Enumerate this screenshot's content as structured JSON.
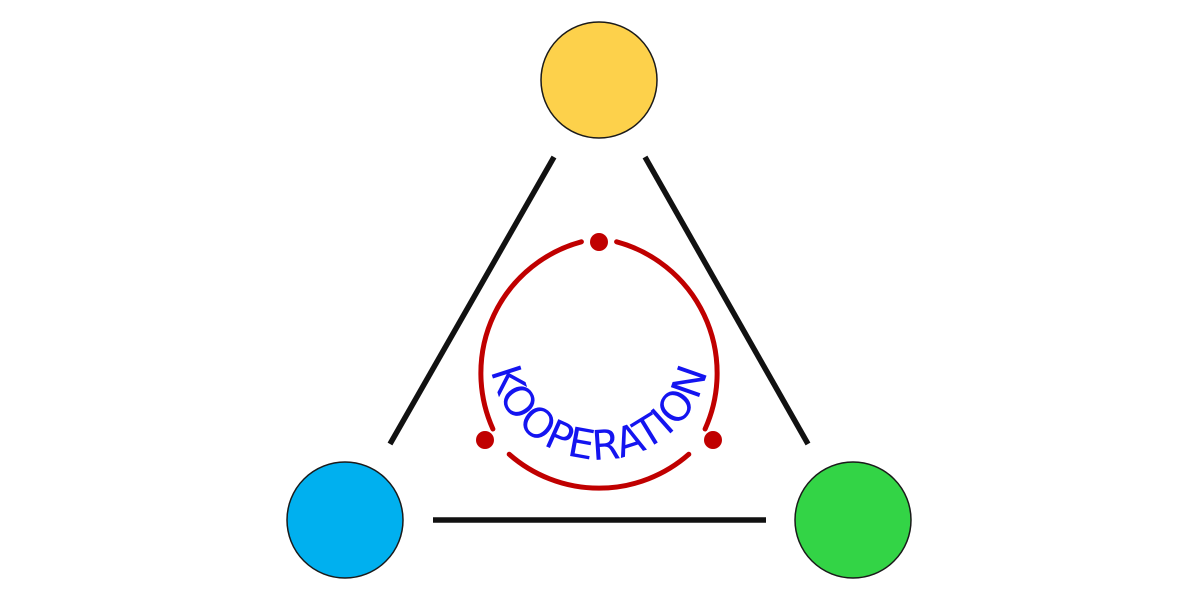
{
  "diagram": {
    "center_label": "KOOPERATION",
    "colors": {
      "node_top": "#FDD14B",
      "node_left": "#00B0EF",
      "node_right": "#33D446",
      "node_outline": "#1a1a1a",
      "edges": "#111111",
      "ring": "#C00000",
      "ring_dots": "#C00000",
      "label": "#1414F0"
    },
    "nodes": [
      {
        "id": "top",
        "shape": "circle"
      },
      {
        "id": "left",
        "shape": "circle"
      },
      {
        "id": "right",
        "shape": "circle"
      }
    ],
    "edges": [
      {
        "from": "top",
        "to": "left"
      },
      {
        "from": "top",
        "to": "right"
      },
      {
        "from": "left",
        "to": "right"
      }
    ],
    "ring": {
      "segments": 3,
      "dots": 3
    }
  }
}
